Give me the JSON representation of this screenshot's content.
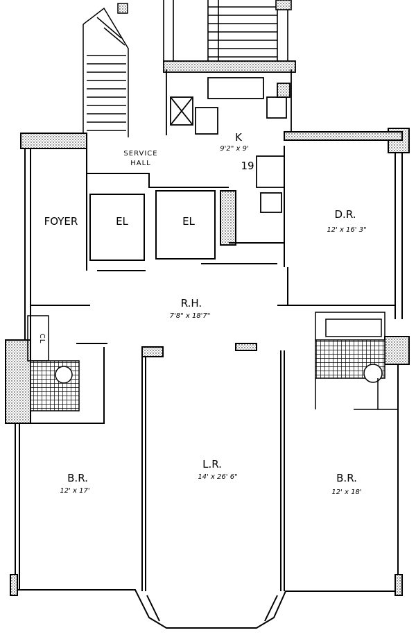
{
  "rooms": {
    "service_hall": {
      "line1": "SERVICE",
      "line2": "HALL"
    },
    "kitchen": {
      "name": "K",
      "dims": "9'2\" x 9'",
      "number": "19"
    },
    "foyer": {
      "name": "FOYER"
    },
    "elevator_1": {
      "name": "EL"
    },
    "elevator_2": {
      "name": "EL"
    },
    "dining_room": {
      "name": "D.R.",
      "dims": "12' x 16' 3\""
    },
    "reception_hall": {
      "name": "R.H.",
      "dims": "7'8\" x 18'7\""
    },
    "closet": {
      "name": "CL"
    },
    "bedroom_left": {
      "name": "B.R.",
      "dims": "12' x 17'"
    },
    "living_room": {
      "name": "L.R.",
      "dims": "14' x 26' 6\""
    },
    "bedroom_right": {
      "name": "B.R.",
      "dims": "12' x 18'"
    }
  },
  "colors": {
    "ink": "#000000",
    "paper": "#ffffff"
  }
}
